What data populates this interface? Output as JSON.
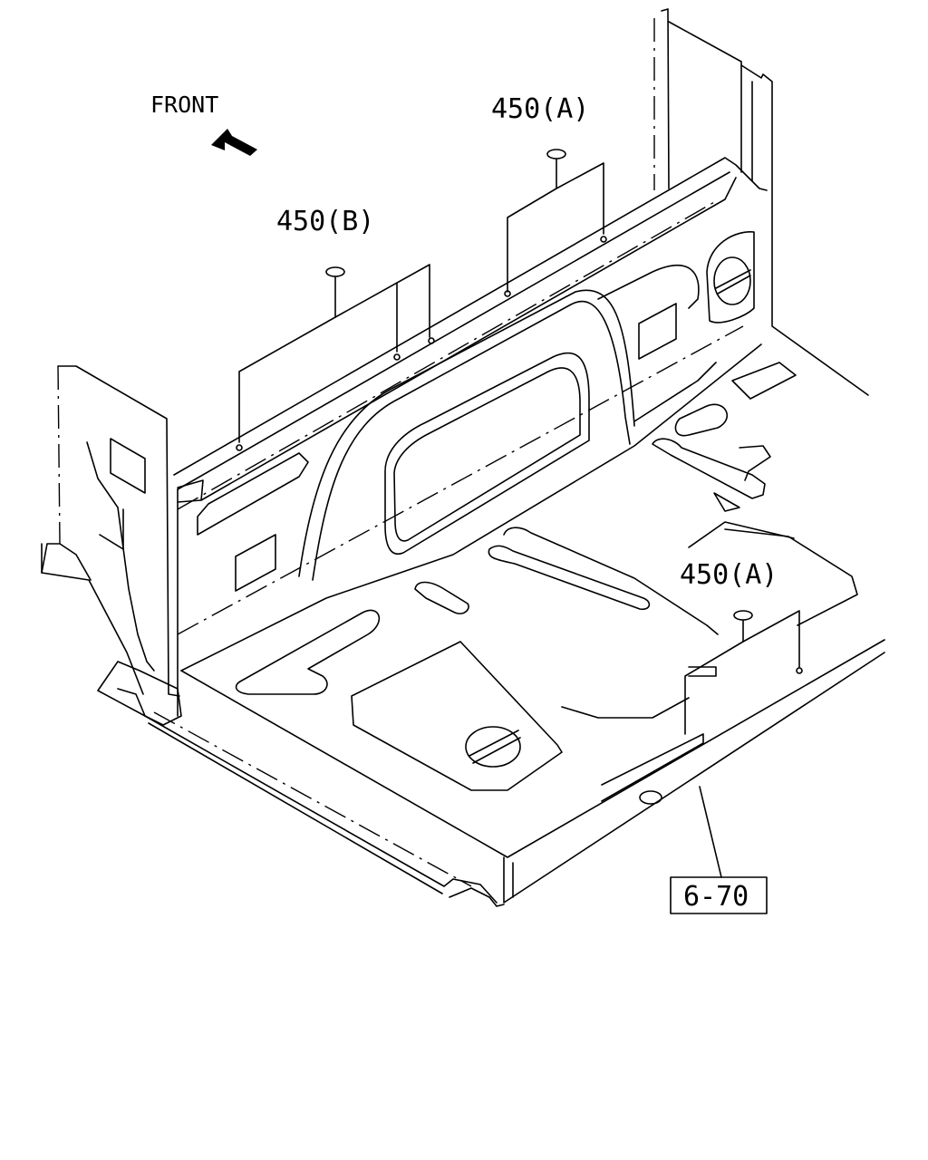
{
  "diagram": {
    "front_label": "FRONT",
    "callouts": [
      {
        "id": "cA1",
        "text": "450(A)"
      },
      {
        "id": "cB",
        "text": "450(B)"
      },
      {
        "id": "cA2",
        "text": "450(A)"
      }
    ],
    "reference_box": "6-70"
  },
  "colors": {
    "line": "#000000",
    "background": "#ffffff"
  },
  "icons": [
    "front-arrow-icon"
  ]
}
